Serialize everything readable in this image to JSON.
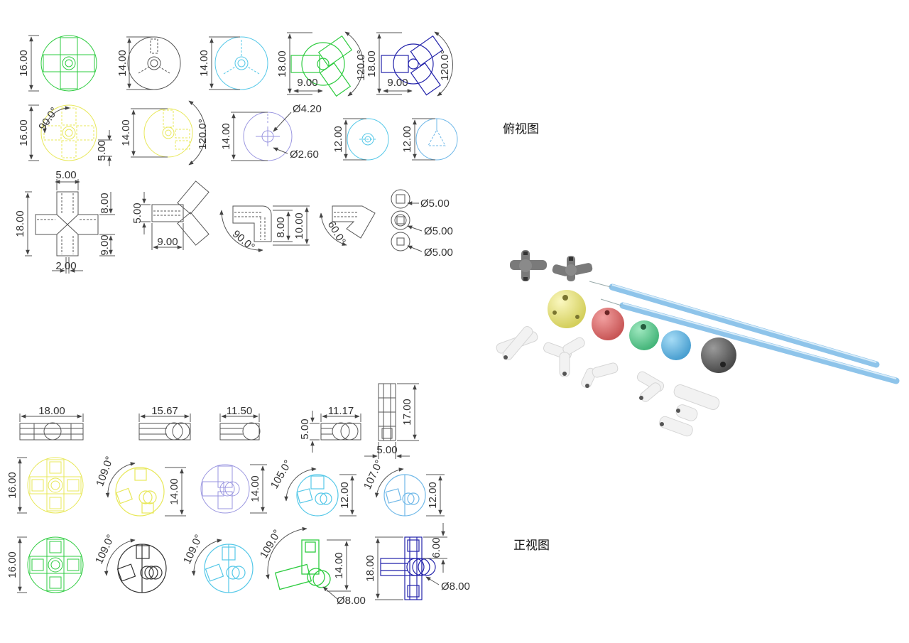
{
  "view_labels": {
    "top": "俯视图",
    "front": "正视图"
  },
  "colors": {
    "green": "#2ecc40",
    "gray": "#555555",
    "cyan": "#55c8e8",
    "yellow": "#e8e85a",
    "lavender": "#9a96e0",
    "blue": "#2222aa",
    "lightcyan": "#6fb8e8",
    "ball_yellow": "#e6e27a",
    "ball_red": "#dd6e6e",
    "ball_green": "#5fcf92",
    "ball_blue": "#62b8e6",
    "ball_gray": "#6a6a6a",
    "rod": "#8ec4ea",
    "part_white": "#f2f2f2"
  },
  "dims": {
    "r1": [
      "16.00",
      "14.00",
      "14.00",
      "18.00",
      "9.00",
      "120.0°",
      "18.00",
      "9.00",
      "120.0°"
    ],
    "r2": [
      "16.00",
      "90.0°",
      "5.00",
      "14.00",
      "120.0°",
      "14.00",
      "Ø4.20",
      "Ø2.60",
      "12.00",
      "12.00"
    ],
    "r3": [
      "5.00",
      "18.00",
      "8.00",
      "9.00",
      "2.00",
      "5.00",
      "9.00",
      "90.0°",
      "8.00",
      "10.00",
      "60.0°",
      "Ø5.00",
      "Ø5.00",
      "Ø5.00"
    ],
    "r4": [
      "18.00",
      "15.67",
      "11.50",
      "5.00",
      "11.17",
      "17.00",
      "5.00"
    ],
    "r5": [
      "16.00",
      "109.0°",
      "14.00",
      "14.00",
      "105.0°",
      "12.00",
      "107.0°",
      "12.00"
    ],
    "r6": [
      "16.00",
      "109.0°",
      "109.0°",
      "109.0°",
      "14.00",
      "Ø8.00",
      "18.00",
      "6.00",
      "Ø8.00"
    ]
  }
}
